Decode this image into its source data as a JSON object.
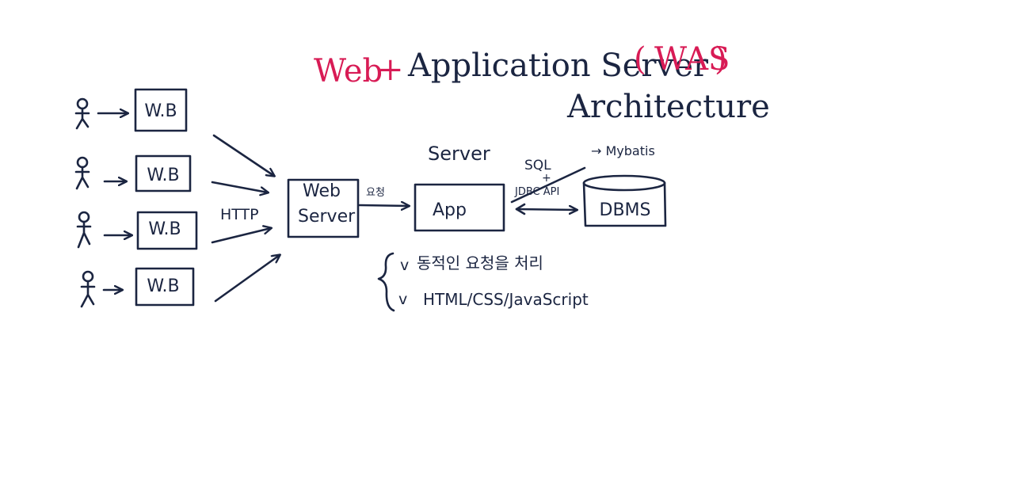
{
  "colors": {
    "ink": "#1b2541",
    "accent": "#d81b55",
    "background": "#ffffff"
  },
  "title": {
    "part1": "Web",
    "plus": "+",
    "part2": "Application Server",
    "open_paren": "(",
    "acronym": "WAS",
    "close_paren": ")",
    "subtitle": "Architecture"
  },
  "clients": {
    "box_label": "W.B",
    "items": [
      "W.B",
      "W.B",
      "W.B",
      "W.B"
    ]
  },
  "protocol_label": "HTTP",
  "web_server": {
    "line1": "Web",
    "line2": "Server"
  },
  "request_label": "요청",
  "server_label": "Server",
  "app_label": "App",
  "db_link": {
    "sql": "SQL",
    "plus": "+",
    "jdbc": "JDBC API",
    "mybatis": "→ Mybatis"
  },
  "dbms_label": "DBMS",
  "notes": [
    {
      "check": "v",
      "text": "동적인 요청을 처리"
    },
    {
      "check": "v",
      "text": "HTML/CSS/JavaScript"
    }
  ]
}
